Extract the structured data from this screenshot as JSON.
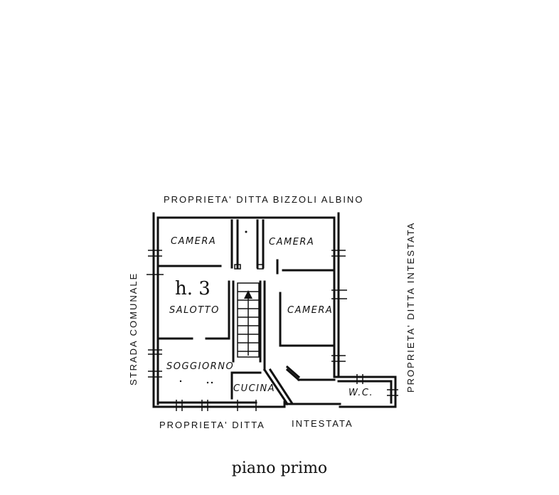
{
  "labels": {
    "north": "PROPRIETA' DITTA BIZZOLI ALBINO",
    "west": "STRADA COMUNALE",
    "east": "PROPRIETA' DITTA INTESTATA",
    "south_left": "PROPRIETA' DITTA",
    "south_right": "INTESTATA"
  },
  "rooms": {
    "camera_nw": "CAMERA",
    "camera_ne": "CAMERA",
    "camera_e": "CAMERA",
    "salotto": "SALOTTO",
    "soggiorno": "SOGGIORNO",
    "cucina": "CUCINA",
    "wc": "W.C."
  },
  "height_note": "h. 3",
  "caption": "piano primo"
}
